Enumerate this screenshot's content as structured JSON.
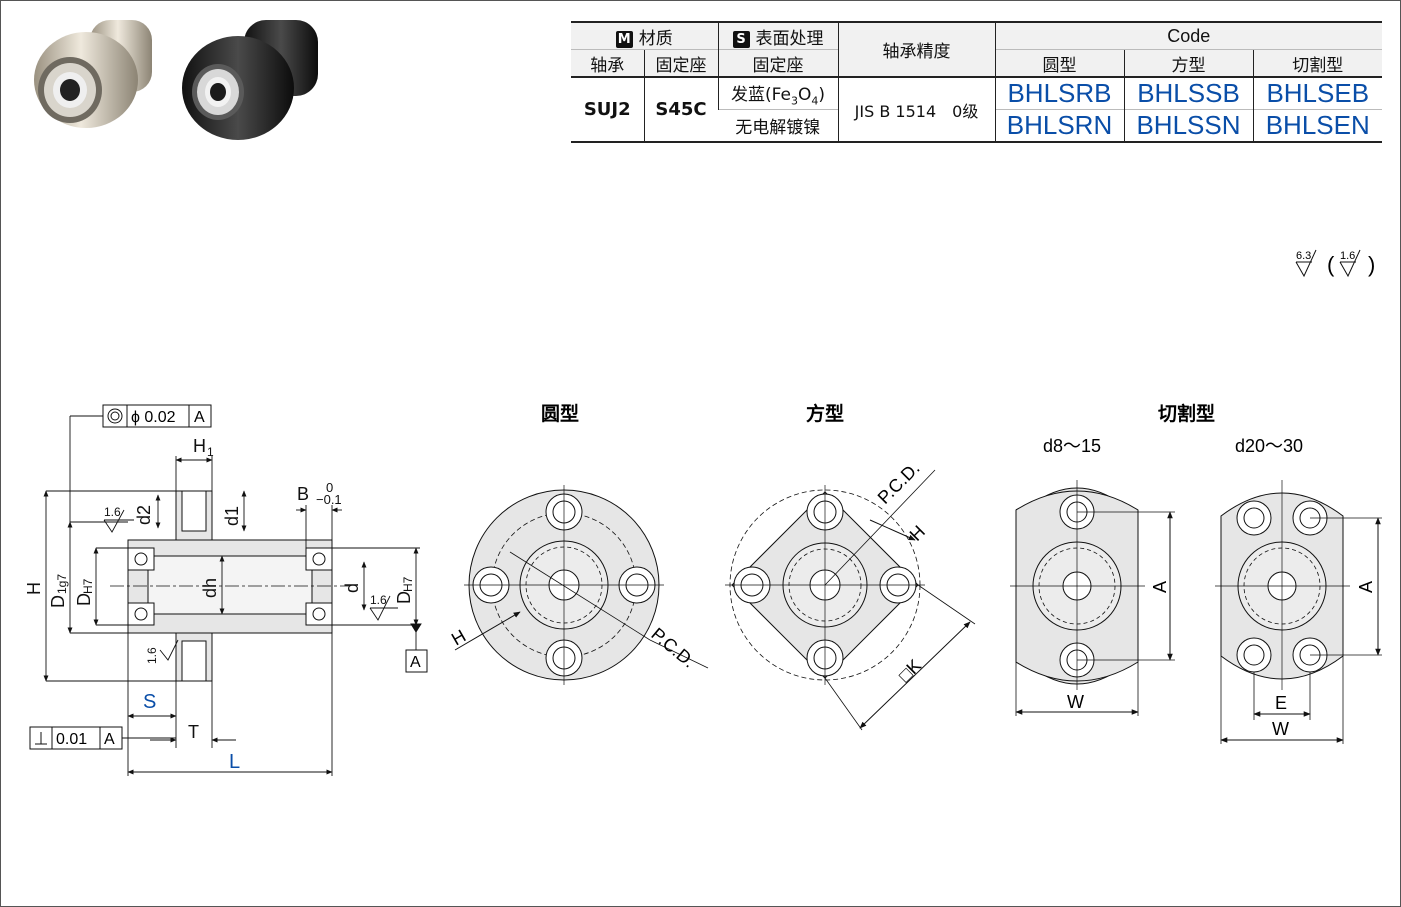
{
  "table": {
    "material_label": "材质",
    "material_badge": "M",
    "surface_label": "表面处理",
    "surface_badge": "S",
    "precision_label": "轴承精度",
    "code_label": "Code",
    "bearing_label": "轴承",
    "housing_label": "固定座",
    "surface_sub_label": "固定座",
    "round_label": "圆型",
    "square_label": "方型",
    "cut_label": "切割型",
    "bearing_material": "SUJ2",
    "housing_material": "S45C",
    "surface_1_prefix": "发蓝(Fe",
    "surface_1_sub1": "3",
    "surface_1_mid": "O",
    "surface_1_sub2": "4",
    "surface_1_suffix": ")",
    "surface_2": "无电解镀镍",
    "precision_value": "JIS B 1514　0级",
    "codes_row1": [
      "BHLSRB",
      "BHLSSB",
      "BHLSEB"
    ],
    "codes_row2": [
      "BHLSRN",
      "BHLSSN",
      "BHLSEN"
    ]
  },
  "roughness": {
    "main": "6.3",
    "other": "1.6"
  },
  "views": {
    "round_title": "圆型",
    "square_title": "方型",
    "cut_title": "切割型",
    "cut_small_range": "d8～15",
    "cut_large_range": "d20～30"
  },
  "dims": {
    "coaxiality_value": "ϕ 0.02",
    "datum": "A",
    "perpendicularity_value": "0.01",
    "H1": "H",
    "H1_sub": "1",
    "d2": "d2",
    "d1": "d1",
    "B": "B",
    "B_upper": "0",
    "B_lower": "−0.1",
    "H": "H",
    "D": "D",
    "D_sub": "1g7",
    "DH7": "D",
    "DH7_sub": "H7",
    "dh": "dh",
    "d": "d",
    "ra_small": "1.6",
    "S": "S",
    "T": "T",
    "L": "L",
    "PCD": "P.C.D.",
    "K": "□K",
    "A": "A",
    "W": "W",
    "E": "E"
  },
  "colors": {
    "code_blue": "#0a4ea8",
    "dim_blue": "#0a4ea8",
    "part_fill": "#e6e6e6"
  }
}
